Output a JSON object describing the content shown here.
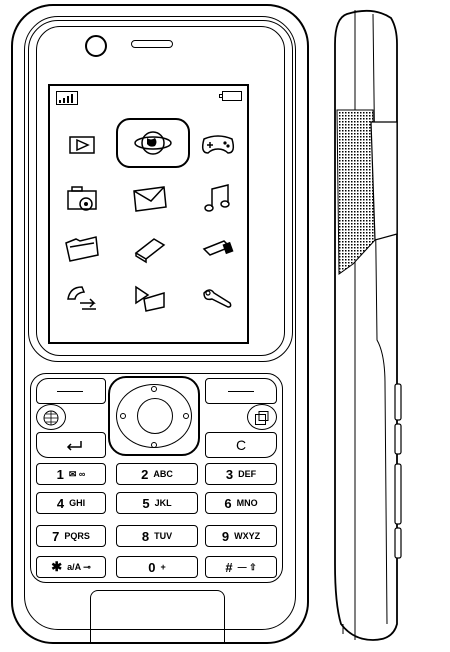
{
  "phone": {
    "status": {
      "signal_icon": "signal-bars-icon",
      "battery_icon": "battery-icon"
    },
    "menu_icons": [
      [
        "play-icon",
        "globe-icon",
        "gamepad-icon"
      ],
      [
        "camera-icon",
        "envelope-icon",
        "music-note-icon"
      ],
      [
        "folder-icon",
        "notebook-icon",
        "usb-stick-icon"
      ],
      [
        "call-transfer-icon",
        "media-folder-icon",
        "wrench-icon"
      ]
    ],
    "selected_icon": "globe-icon",
    "keys": [
      {
        "main": "1",
        "sub": "✉ ∞"
      },
      {
        "main": "2",
        "sub": "ABC"
      },
      {
        "main": "3",
        "sub": "DEF"
      },
      {
        "main": "4",
        "sub": "GHI"
      },
      {
        "main": "5",
        "sub": "JKL"
      },
      {
        "main": "6",
        "sub": "MNO"
      },
      {
        "main": "7",
        "sub": "PQRS"
      },
      {
        "main": "8",
        "sub": "TUV"
      },
      {
        "main": "9",
        "sub": "WXYZ"
      },
      {
        "main": "✱",
        "sub": "a/A ⊸"
      },
      {
        "main": "0",
        "sub": "+"
      },
      {
        "main": "#",
        "sub": "— ⇧"
      }
    ],
    "clear_key_label": "C"
  }
}
